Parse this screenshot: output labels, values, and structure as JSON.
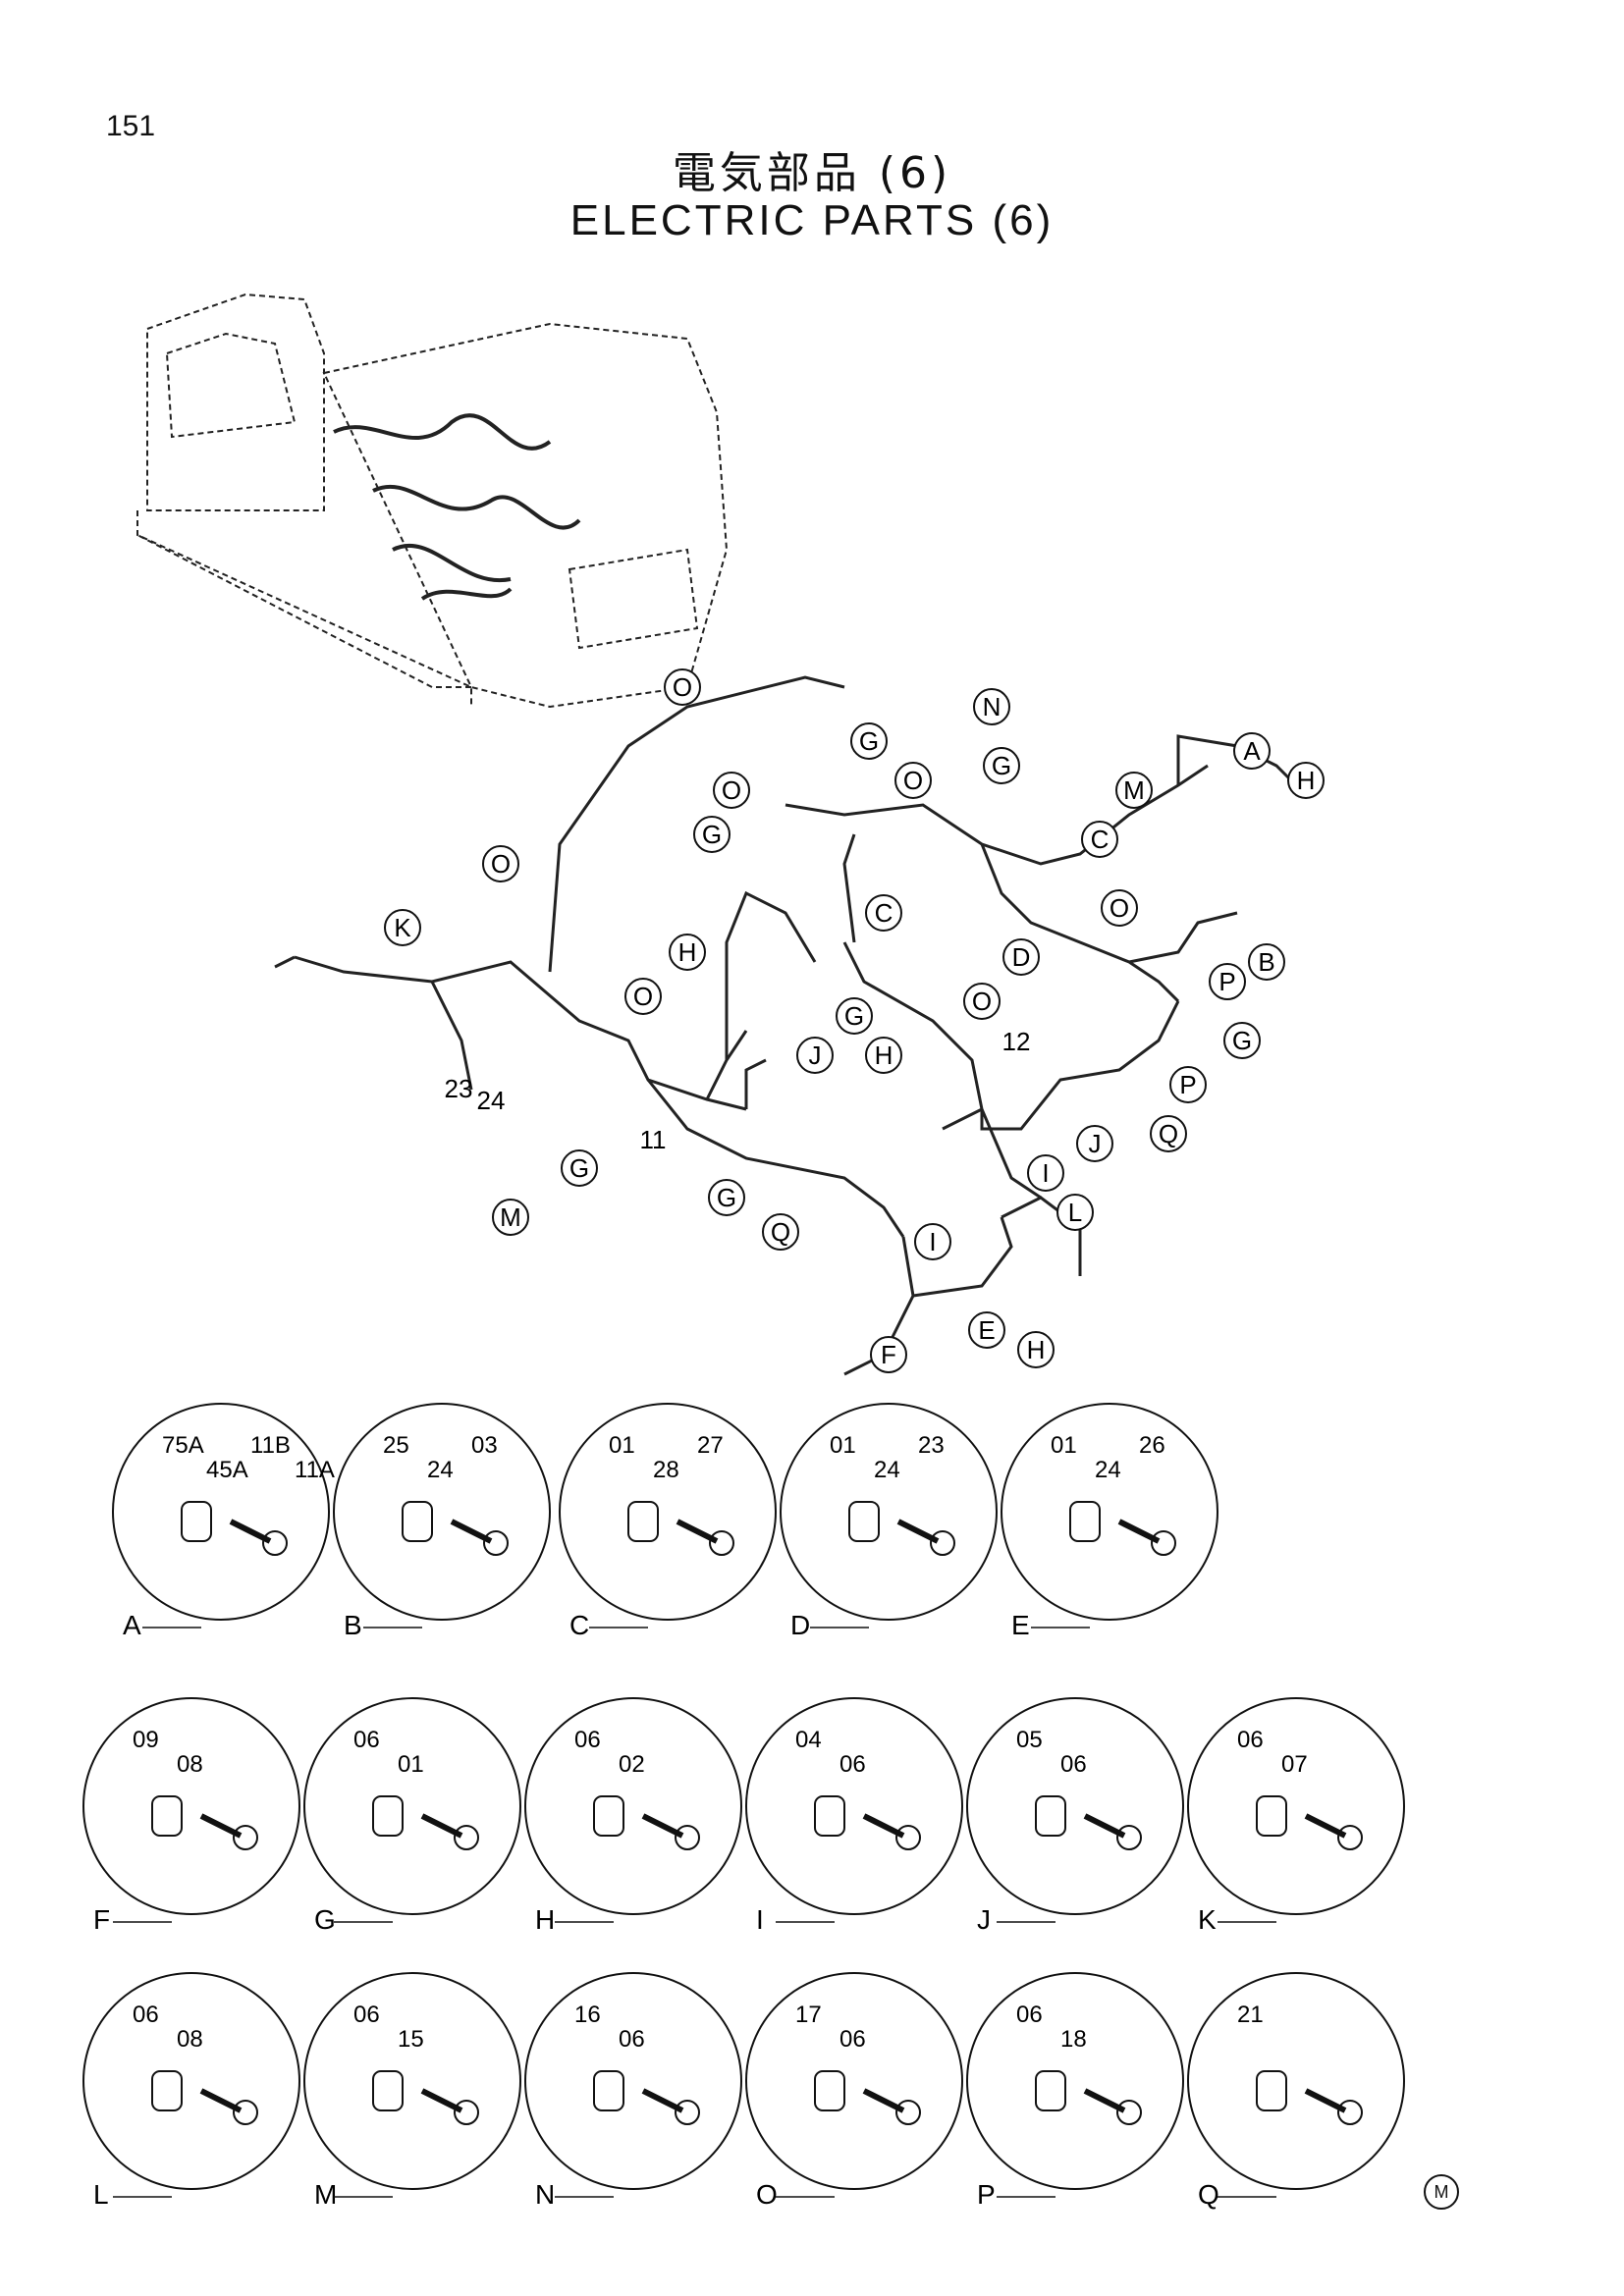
{
  "page_number": "151",
  "title_jp": "電気部品 (6)",
  "title_en": "ELECTRIC PARTS (6)",
  "callout_letters": [
    "A",
    "B",
    "C",
    "D",
    "E",
    "F",
    "G",
    "H",
    "I",
    "J",
    "K",
    "L",
    "M",
    "N",
    "O",
    "P",
    "Q"
  ],
  "main_part_numbers": [
    "11",
    "12",
    "23",
    "24"
  ],
  "details": [
    {
      "letter": "A",
      "parts": [
        "75A",
        "45A",
        "11B",
        "11A"
      ]
    },
    {
      "letter": "B",
      "parts": [
        "25",
        "24",
        "03"
      ]
    },
    {
      "letter": "C",
      "parts": [
        "01",
        "28",
        "27"
      ]
    },
    {
      "letter": "D",
      "parts": [
        "01",
        "24",
        "23"
      ]
    },
    {
      "letter": "E",
      "parts": [
        "01",
        "24",
        "26"
      ]
    },
    {
      "letter": "F",
      "parts": [
        "09",
        "08"
      ]
    },
    {
      "letter": "G",
      "parts": [
        "06",
        "01"
      ]
    },
    {
      "letter": "H",
      "parts": [
        "06",
        "02"
      ]
    },
    {
      "letter": "I",
      "parts": [
        "04",
        "06"
      ]
    },
    {
      "letter": "J",
      "parts": [
        "05",
        "06"
      ]
    },
    {
      "letter": "K",
      "parts": [
        "06",
        "07"
      ]
    },
    {
      "letter": "L",
      "parts": [
        "06",
        "08"
      ]
    },
    {
      "letter": "M",
      "parts": [
        "06",
        "15"
      ]
    },
    {
      "letter": "N",
      "parts": [
        "16",
        "06"
      ]
    },
    {
      "letter": "O",
      "parts": [
        "17",
        "06"
      ]
    },
    {
      "letter": "P",
      "parts": [
        "06",
        "18"
      ]
    },
    {
      "letter": "Q",
      "parts": [
        "21"
      ]
    }
  ],
  "corner_mark": "M"
}
